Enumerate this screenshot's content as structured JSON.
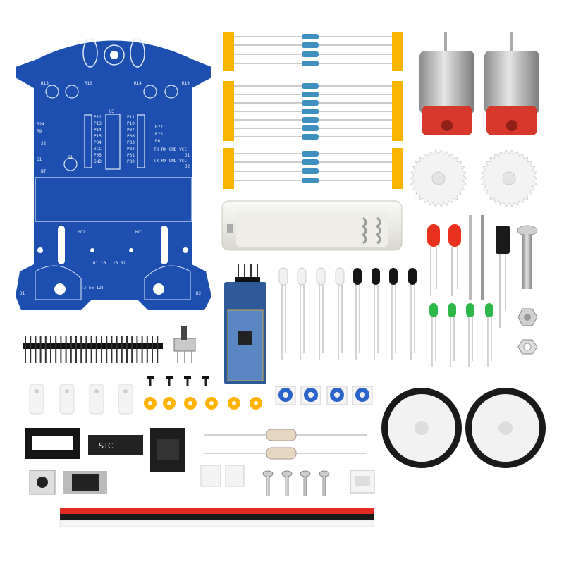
{
  "product": {
    "pcb": {
      "model_label": "TJ-56-12T",
      "left_pin_labels": [
        "P12",
        "P13",
        "P14",
        "P15",
        "P04",
        "VCC",
        "P05",
        "GND"
      ],
      "right_pin_labels": [
        "P11",
        "P10",
        "P37",
        "P36",
        "P33",
        "P32",
        "P31",
        "P30"
      ],
      "resistor_labels": [
        "R24",
        "R9",
        "R22",
        "R23",
        "R8",
        "R10",
        "R13",
        "R14",
        "R19"
      ],
      "header_labels": [
        "TX RX GND VCC",
        "TX RX GND VCC"
      ],
      "connector_labels": [
        "J1",
        "J2"
      ],
      "chip_label": "U3",
      "motor_labels": [
        "MG2",
        "MG1"
      ],
      "bottom_resistors": [
        "R1 10",
        "10 R2"
      ],
      "led_labels": [
        "D1",
        "D2"
      ],
      "misc_labels": [
        "S2",
        "S1",
        "BT",
        "C1"
      ]
    },
    "ic_chip_label": "STC",
    "colors": {
      "pcb": "#1d4fb0",
      "tape": "#f7b500",
      "motor_cap": "#d8372b",
      "red_led": "#e8321e",
      "green_led": "#2fb84a",
      "washer": "#ffb300",
      "bluetooth_pcb": "#2f5a9a"
    }
  }
}
